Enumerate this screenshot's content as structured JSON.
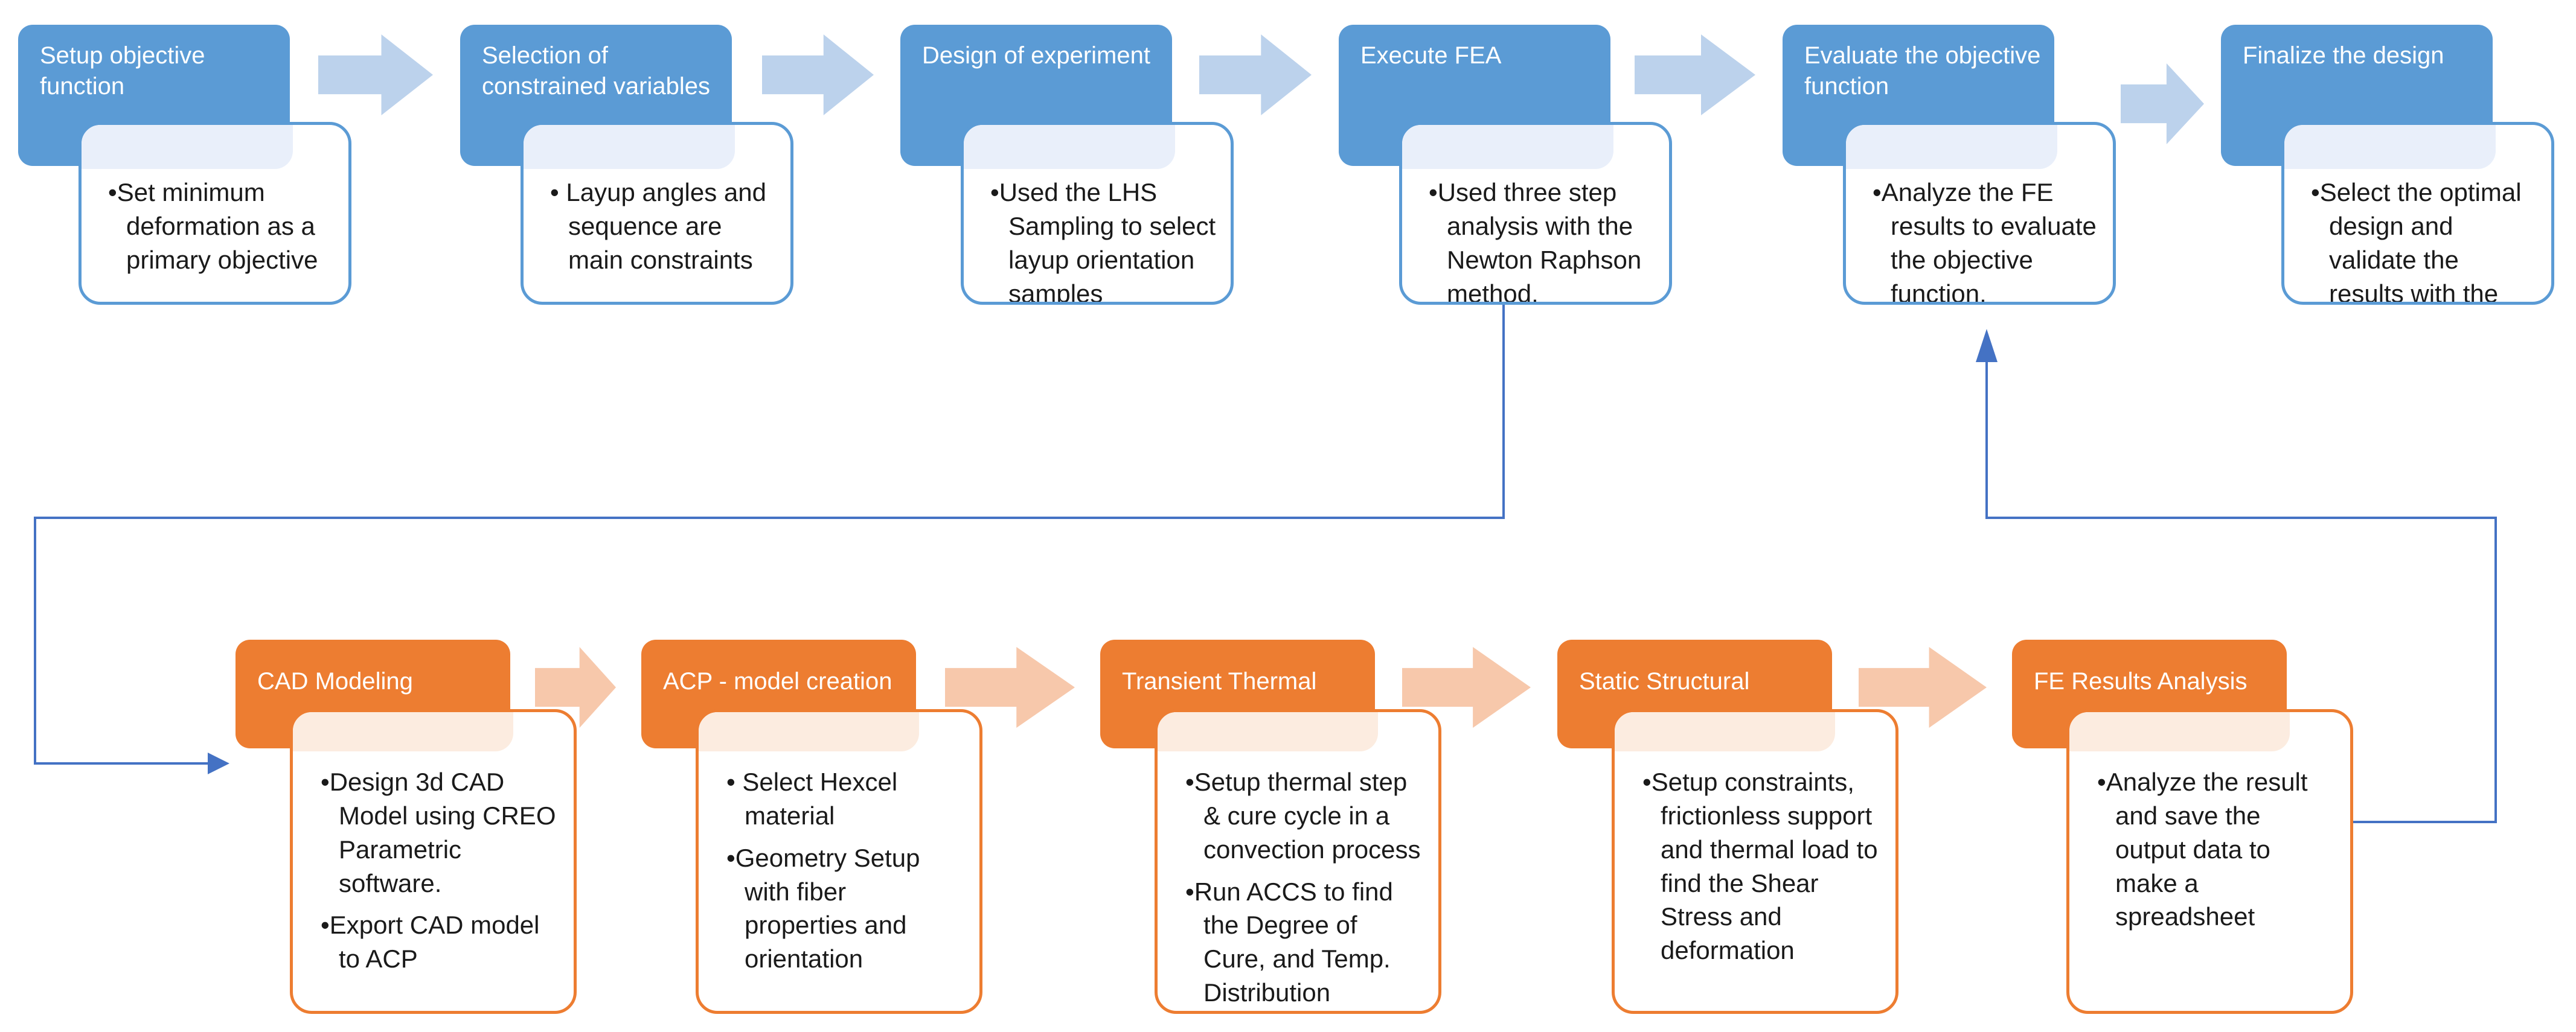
{
  "bullet_char": "•",
  "colors": {
    "blue_header": "#5b9bd5",
    "blue_band": "#e9effa",
    "blue_arrow": "#bcd2ec",
    "blue_border": "#5b9bd5",
    "orange_header": "#ed7d31",
    "orange_band": "#fcece0",
    "orange_arrow": "#f7c8ab",
    "orange_border": "#ed7d31",
    "connector": "#4472c4",
    "header_text": "#ffffff",
    "body_text": "#1a1a1a",
    "background": "#ffffff"
  },
  "top_row": [
    {
      "title": "Setup objective function",
      "bullets": [
        "•Set minimum deformation as a primary objective"
      ]
    },
    {
      "title": "Selection of constrained variables",
      "bullets": [
        "• Layup angles and sequence are main constraints"
      ]
    },
    {
      "title": "Design of experiment",
      "bullets": [
        "•Used the LHS Sampling to select layup orientation samples"
      ]
    },
    {
      "title": "Execute FEA",
      "bullets": [
        "•Used three step analysis with the Newton Raphson method."
      ]
    },
    {
      "title": "Evaluate the objective function",
      "bullets": [
        "•Analyze the FE results to evaluate the objective function."
      ]
    },
    {
      "title": "Finalize the design",
      "bullets": [
        "•Select the optimal design and validate the results with the Mfg."
      ]
    }
  ],
  "bottom_row": [
    {
      "title": "CAD Modeling",
      "bullets": [
        "•Design 3d CAD Model using CREO Parametric software.",
        "•Export CAD model to ACP"
      ]
    },
    {
      "title": "ACP - model creation",
      "bullets": [
        "• Select Hexcel material",
        "•Geometry Setup with fiber properties and orientation"
      ]
    },
    {
      "title": "Transient Thermal",
      "bullets": [
        "•Setup thermal step & cure cycle in a convection process",
        "•Run ACCS to find the Degree of Cure, and Temp. Distribution"
      ]
    },
    {
      "title": "Static Structural",
      "bullets": [
        "•Setup constraints, frictionless support and thermal load to find the Shear Stress and deformation"
      ]
    },
    {
      "title": "FE Results Analysis",
      "bullets": [
        "•Analyze the result and save the output data to make a spreadsheet"
      ]
    }
  ]
}
